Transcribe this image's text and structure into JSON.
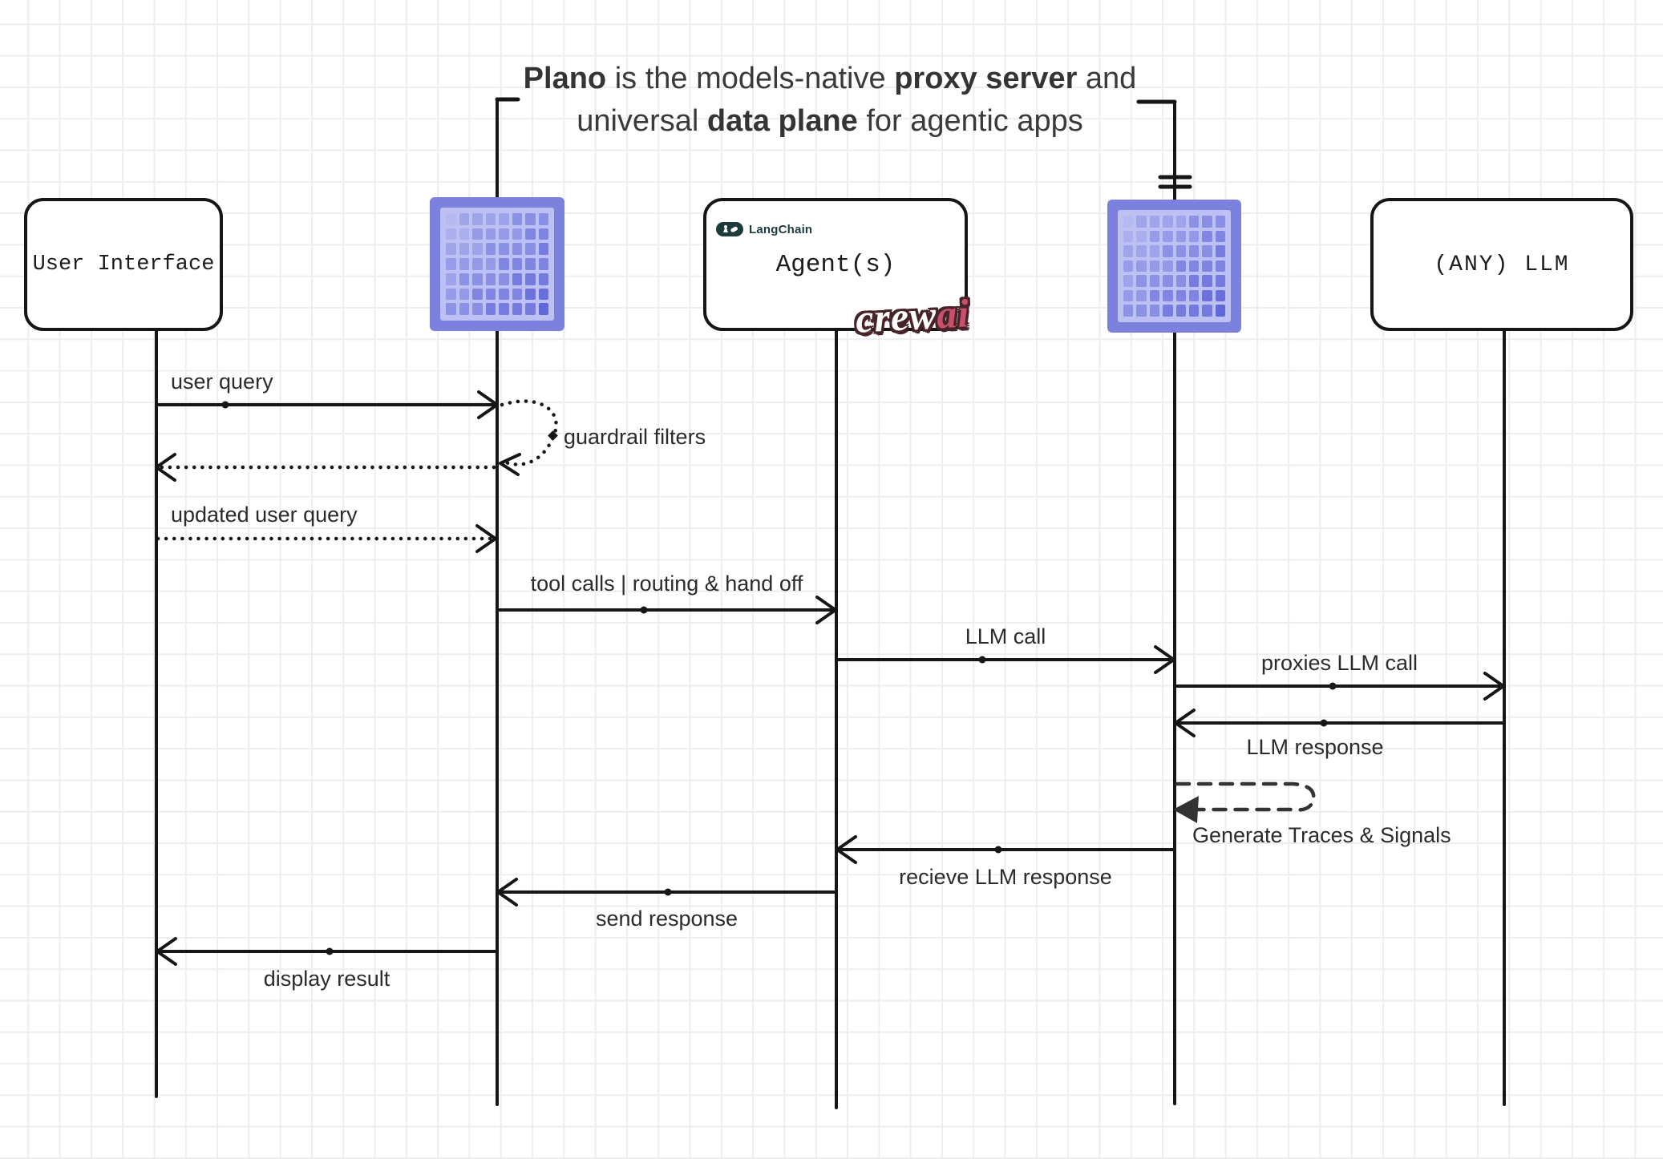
{
  "title": {
    "b1": "Plano",
    "r1": " is the models-native ",
    "b2": "proxy server",
    "r2": " and",
    "r3": "universal ",
    "b3": "data plane",
    "r4": " for agentic apps"
  },
  "actors": {
    "user_interface": "User Interface",
    "agents": "Agent(s)",
    "any_llm": "(ANY) LLM",
    "langchain": "LangChain",
    "crewai_crew": "crew",
    "crewai_ai": "ai"
  },
  "messages": {
    "user_query": "user query",
    "guardrail_filters": "guardrail filters",
    "updated_user_query": "updated user query",
    "tool_calls": "tool calls | routing & hand off",
    "llm_call": "LLM call",
    "proxies_llm_call": "proxies LLM call",
    "llm_response": "LLM response",
    "generate_traces": "Generate Traces & Signals",
    "recieve_llm_response": "recieve LLM response",
    "send_response": "send response",
    "display_result": "display result"
  },
  "colors": {
    "ink": "#161616",
    "label_text": "#2b2b2b",
    "plano_border": "#7c81dd",
    "plano_panel": "#bcc0f2",
    "plano_cell": "#5a61d6",
    "langchain_teal": "#1d3b3b",
    "crewai_red": "#c9506b",
    "crewai_outline": "#46242a",
    "grid_line": "#eeeef1"
  },
  "plano_logo": {
    "rows": 7,
    "cols": 8
  }
}
